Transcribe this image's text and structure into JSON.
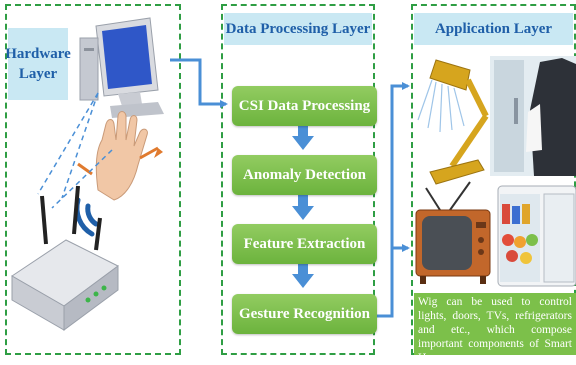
{
  "hardware": {
    "header": "Hardware Layer"
  },
  "processing": {
    "header": "Data Processing Layer",
    "steps": [
      "CSI Data Processing",
      "Anomaly Detection",
      "Feature Extraction",
      "Gesture Recognition"
    ]
  },
  "application": {
    "header": "Application Layer",
    "note": "Wig can be used to control lights, doors, TVs, refrigerators and etc., which compose important components of Smart Homes."
  },
  "colors": {
    "border": "#2f9e44",
    "arrow": "#4a8fd6",
    "step": "#7cc04a",
    "header_bg": "#c9e8f3",
    "header_text": "#1f5fa8"
  }
}
